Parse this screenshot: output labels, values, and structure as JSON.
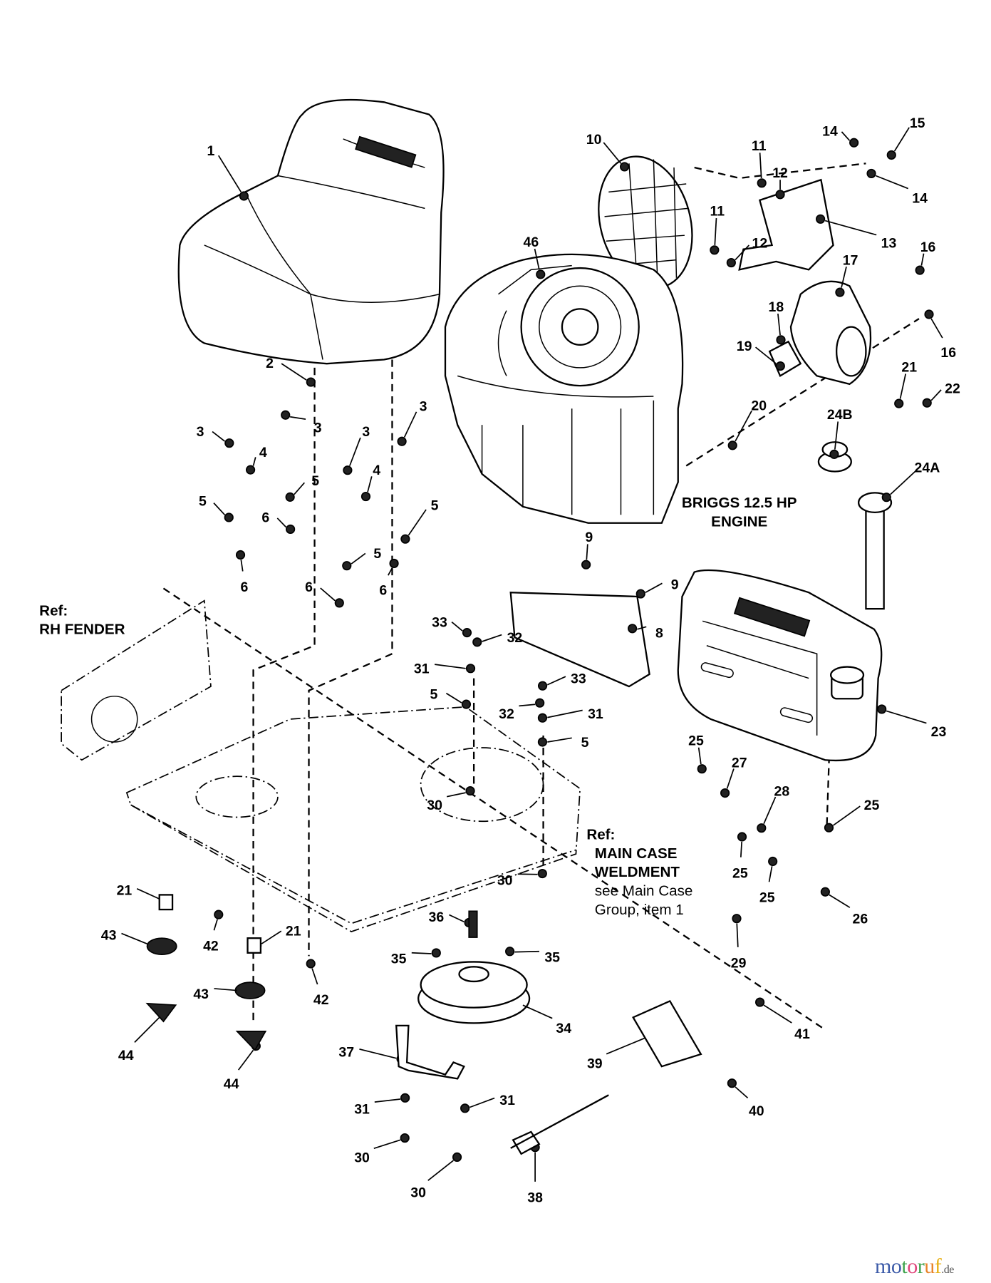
{
  "callouts": [
    "1",
    "10",
    "11",
    "12",
    "14",
    "15",
    "14",
    "11",
    "12",
    "13",
    "46",
    "16",
    "17",
    "18",
    "19",
    "16",
    "21",
    "22",
    "2",
    "3",
    "3",
    "4",
    "3",
    "3",
    "4",
    "5",
    "5",
    "6",
    "5",
    "5",
    "6",
    "6",
    "6",
    "20",
    "24B",
    "24A",
    "9",
    "9",
    "8",
    "33",
    "32",
    "31",
    "33",
    "5",
    "32",
    "31",
    "5",
    "23",
    "25",
    "27",
    "28",
    "25",
    "30",
    "25",
    "25",
    "30",
    "26",
    "21",
    "42",
    "43",
    "21",
    "36",
    "35",
    "35",
    "29",
    "43",
    "42",
    "34",
    "41",
    "44",
    "44",
    "37",
    "39",
    "40",
    "31",
    "31",
    "30",
    "30",
    "38"
  ],
  "notes": {
    "rh_fender": [
      "Ref:",
      "RH FENDER"
    ],
    "engine": [
      "BRIGGS 12.5 HP",
      "ENGINE"
    ],
    "main_case": [
      "Ref:",
      "MAIN CASE",
      "WELDMENT",
      "see Main Case",
      "Group, item 1"
    ]
  },
  "watermark": {
    "brand": "motoruf",
    "tld": ".de",
    "letter_colors": [
      "#3b5aa8",
      "#3b5aa8",
      "#3fa34d",
      "#e0457b",
      "#3fa34d",
      "#e8842a",
      "#e8b21a"
    ]
  }
}
